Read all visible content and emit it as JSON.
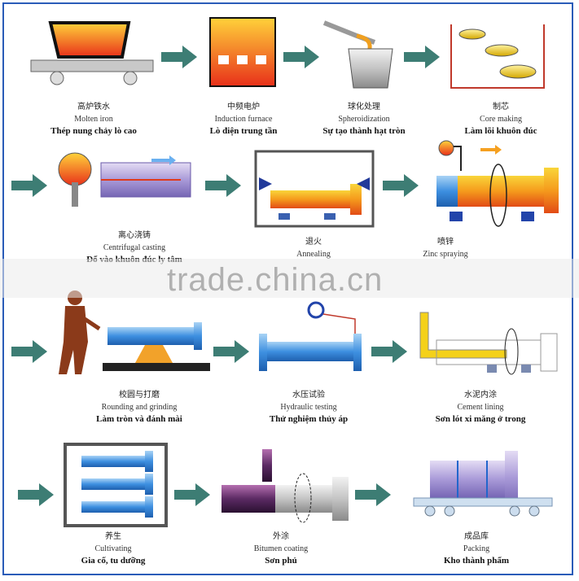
{
  "watermark": "trade.china.cn",
  "steps": [
    {
      "zh": "高炉铁水",
      "en": "Molten iron",
      "vi": "Thép nung chảy lò cao"
    },
    {
      "zh": "中频电炉",
      "en": "Induction furnace",
      "vi": "Lò điện trung tần"
    },
    {
      "zh": "球化处理",
      "en": "Spheroidization",
      "vi": "Sự tạo thành hạt tròn"
    },
    {
      "zh": "制芯",
      "en": "Core making",
      "vi": "Làm lõi khuôn đúc"
    },
    {
      "zh": "离心浇铸",
      "en": "Centrifugal casting",
      "vi": "Đổ vào khuôn đúc ly tâm"
    },
    {
      "zh": "退火",
      "en": "Annealing",
      "vi": ""
    },
    {
      "zh": "喷锌",
      "en": "Zinc spraying",
      "vi": ""
    },
    {
      "zh": "校圆与打磨",
      "en": "Rounding and grinding",
      "vi": "Làm tròn và đánh mài"
    },
    {
      "zh": "水压试验",
      "en": "Hydraulic testing",
      "vi": "Thử nghiệm thủy áp"
    },
    {
      "zh": "水泥内涂",
      "en": "Cement lining",
      "vi": "Sơn lót xi măng ở trong"
    },
    {
      "zh": "养生",
      "en": "Cultivating",
      "vi": "Gia cố, tu dưỡng"
    },
    {
      "zh": "外涂",
      "en": "Bitumen coating",
      "vi": "Sơn phủ"
    },
    {
      "zh": "成品库",
      "en": "Packing",
      "vi": "Kho thành phẩm"
    }
  ]
}
